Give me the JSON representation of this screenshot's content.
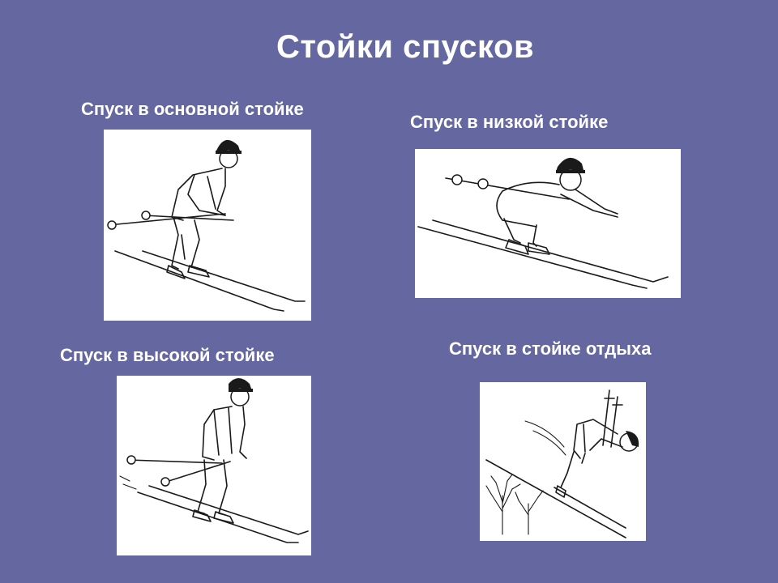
{
  "slide": {
    "title": "Стойки спусков",
    "panels": [
      {
        "caption": "Спуск в основной стойке"
      },
      {
        "caption": "Спуск в низкой стойке"
      },
      {
        "caption": "Спуск в высокой стойке"
      },
      {
        "caption": "Спуск в стойке отдыха"
      }
    ]
  },
  "colors": {
    "background": "#6567a0",
    "text": "#ffffff",
    "panel": "#ffffff",
    "ink": "#1a1a1a"
  },
  "icons": [
    "skier-basic-stance-illustration",
    "skier-low-stance-illustration",
    "skier-high-stance-illustration",
    "skier-rest-stance-illustration"
  ]
}
